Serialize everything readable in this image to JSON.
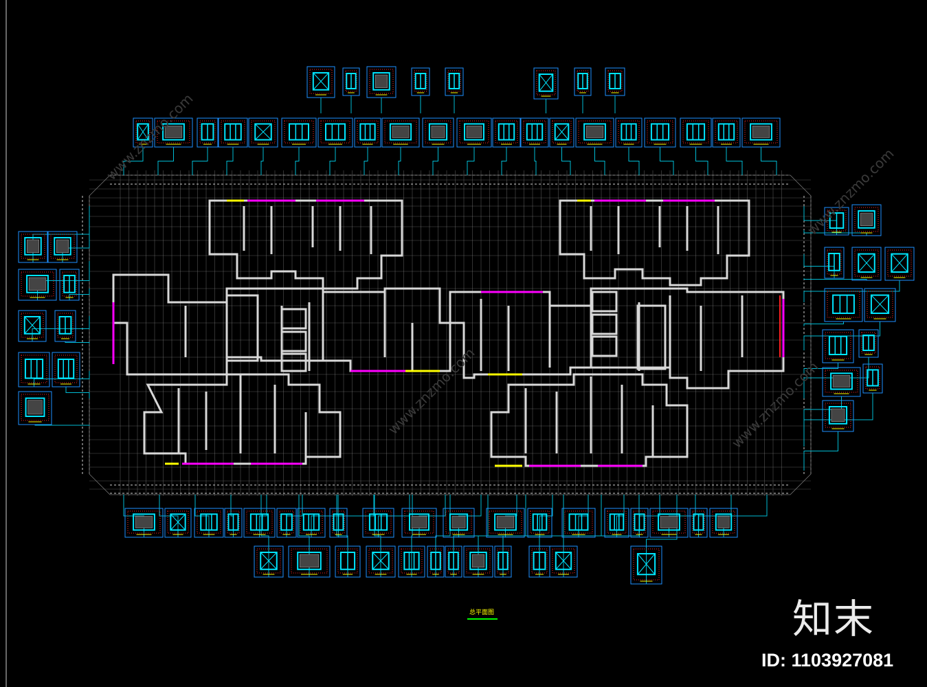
{
  "plan_title": "总平面图",
  "brand": {
    "logo_text": "知末",
    "id_text": "ID: 1103927081"
  },
  "watermarks": [
    "www.znzmo.com",
    "www.znzmo.com",
    "www.znzmo.com",
    "www.znzmo.com"
  ],
  "colors": {
    "background": "#000000",
    "wall": "#d8d8d8",
    "grid": "#9a9a9a",
    "window": "#00e5ff",
    "leader": "#00bcd4",
    "accent_magenta": "#ff00ff",
    "accent_red": "#ff2020",
    "accent_yellow": "#ffff00",
    "frame_border": "#1e90ff"
  }
}
